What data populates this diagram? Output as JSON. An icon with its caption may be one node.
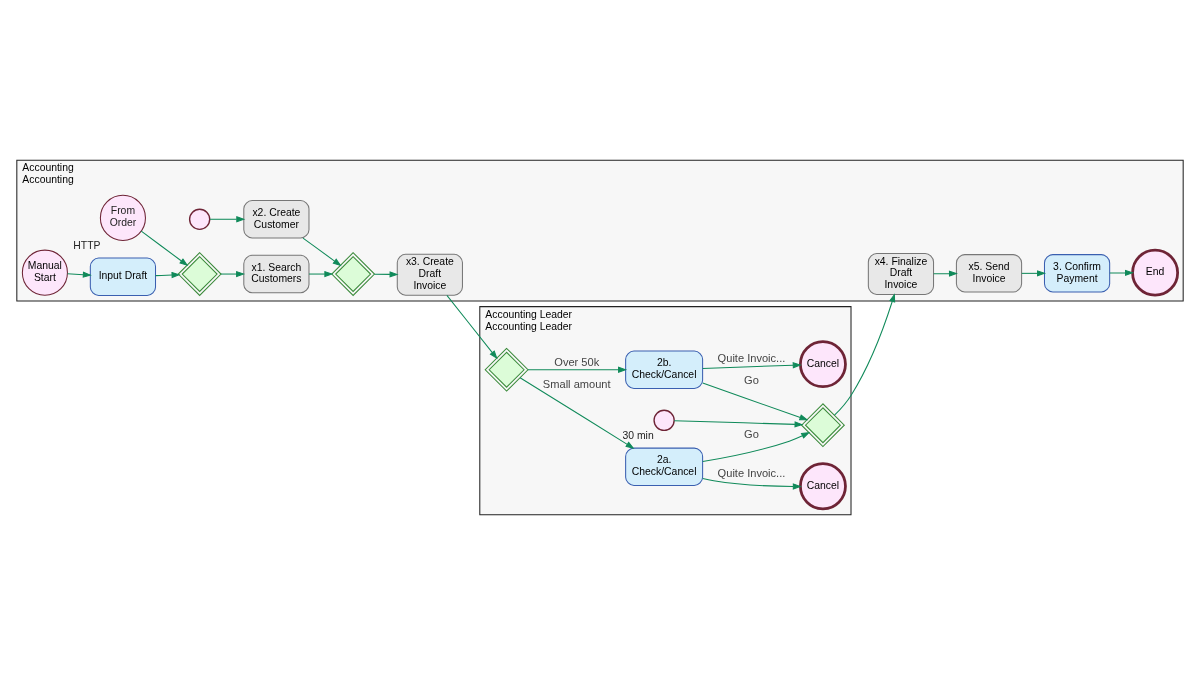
{
  "diagram": {
    "nodes": [
      {
        "text": [
          "Accounting",
          "Accounting"
        ]
      },
      {
        "text": [
          "From Order"
        ],
        "in": 0,
        "beside": [
          "HTTP"
        ]
      },
      {
        "text": [],
        "shape": "diamond",
        "in": 0
      },
      {
        "text": [
          "x1. Search Customers"
        ],
        "in": 0
      },
      {
        "text": [],
        "shape": "circle",
        "in": 0
      },
      {
        "text": [
          "Manual Start"
        ],
        "in": 0
      },
      {
        "text": [
          "Input Draft"
        ],
        "in": 0
      },
      {
        "text": [
          "x2. Create Customer"
        ],
        "in": 0
      },
      {
        "text": [],
        "shape": "diamond",
        "in": 0
      },
      {
        "text": [
          "x3. Create Draft Invoice"
        ],
        "in": 0
      },
      {
        "text": [
          "x4. Finalize Draft Invoice"
        ],
        "in": 0
      },
      {
        "text": [
          "x5. Send Invoice"
        ],
        "in": 0
      },
      {
        "text": [
          "3. Confirm Payment"
        ],
        "in": 0
      },
      {
        "text": [
          "End"
        ],
        "in": 0
      },
      {
        "text": [
          "Accounting Leader",
          "Accounting Leader"
        ]
      },
      {
        "text": [],
        "shape": "diamond",
        "in": 14
      },
      {
        "text": [
          "2a. Check/Cancel"
        ],
        "in": 14
      },
      {
        "text": [],
        "shape": "circle",
        "in": 14,
        "beside": [
          "30 min"
        ]
      },
      {
        "text": [],
        "shape": "diamond",
        "in": 14
      },
      {
        "text": [
          "Cancel"
        ],
        "in": 14
      },
      {
        "text": [
          "2b. Check/Cancel"
        ],
        "in": 14
      },
      {
        "text": [
          "Cancel"
        ],
        "in": 14
      }
    ],
    "edges": [
      {
        "from": 1,
        "to": 2,
        "arrow": "to"
      },
      {
        "from": 2,
        "to": 3,
        "arrow": "to"
      },
      {
        "from": 5,
        "to": 6,
        "arrow": "to"
      },
      {
        "from": 6,
        "to": 2,
        "arrow": "to"
      },
      {
        "from": 3,
        "to": 8,
        "arrow": "to"
      },
      {
        "from": 4,
        "to": 7,
        "arrow": "to"
      },
      {
        "from": 7,
        "to": 8,
        "arrow": "to"
      },
      {
        "from": 8,
        "to": 9,
        "arrow": "to"
      },
      {
        "from": 10,
        "to": 11,
        "arrow": "to"
      },
      {
        "from": 11,
        "to": 12,
        "arrow": "to"
      },
      {
        "from": 12,
        "to": 13,
        "arrow": "to"
      },
      {
        "from": 9,
        "to": 15,
        "arrow": "to"
      },
      {
        "from": 15,
        "to": 16,
        "arrow": "to",
        "label": "Small amount"
      },
      {
        "from": 15,
        "to": 20,
        "arrow": "to",
        "label": "Over 50k"
      },
      {
        "from": 16,
        "to": 18,
        "arrow": "to",
        "label": "Go"
      },
      {
        "from": 16,
        "to": 19,
        "arrow": "to",
        "label": "Quite Invoic..."
      },
      {
        "from": 17,
        "to": 18,
        "arrow": "to"
      },
      {
        "from": 20,
        "to": 18,
        "arrow": "to",
        "label": "Go"
      },
      {
        "from": 20,
        "to": 21,
        "arrow": "to",
        "label": "Quite Invoic..."
      },
      {
        "from": 18,
        "to": 10,
        "arrow": "to"
      }
    ]
  }
}
